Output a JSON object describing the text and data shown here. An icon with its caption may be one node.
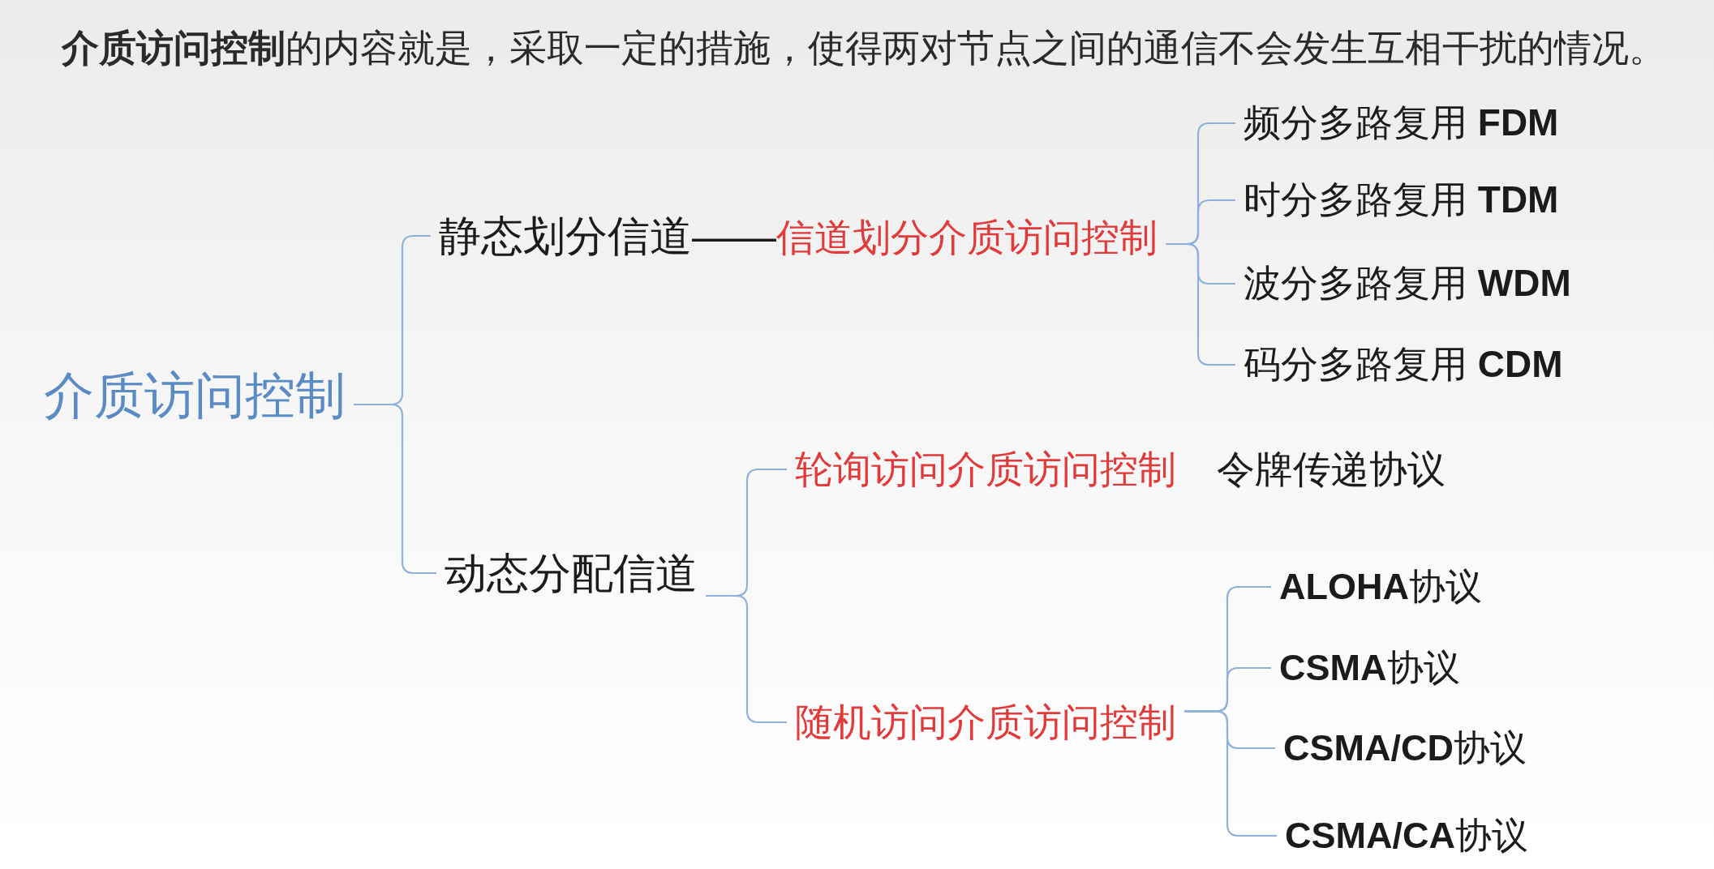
{
  "diagram": {
    "title": "**介质访问控制**的内容就是，采取一定的措施，使得两对节点之间的通信不会发生互相干扰的情况。",
    "nodes": [
      {
        "text": [
          "介质访问控制"
        ]
      },
      {
        "text": [
          "静态划分信道——",
          "信道划分介质访问控制"
        ]
      },
      {
        "text": [
          "频分多路复用 **FDM**"
        ]
      },
      {
        "text": [
          "时分多路复用 **TDM**"
        ]
      },
      {
        "text": [
          "波分多路复用 **WDM**"
        ]
      },
      {
        "text": [
          "码分多路复用 **CDM**"
        ]
      },
      {
        "text": [
          "动态分配信道"
        ]
      },
      {
        "text": [
          "轮询访问介质访问控制"
        ],
        "beside": [
          "令牌传递协议"
        ]
      },
      {
        "text": [
          "随机访问介质访问控制"
        ]
      },
      {
        "text": [
          "**ALOHA**协议"
        ]
      },
      {
        "text": [
          "**CSMA**协议"
        ]
      },
      {
        "text": [
          "**CSMA/CD**协议"
        ]
      },
      {
        "text": [
          "**CSMA/CA**协议"
        ]
      }
    ],
    "edges": [
      {
        "from": 0,
        "to": 1,
        "arrow": "none"
      },
      {
        "from": 0,
        "to": 6,
        "arrow": "none"
      },
      {
        "from": 1,
        "to": 2,
        "arrow": "none"
      },
      {
        "from": 1,
        "to": 3,
        "arrow": "none"
      },
      {
        "from": 1,
        "to": 4,
        "arrow": "none"
      },
      {
        "from": 1,
        "to": 5,
        "arrow": "none"
      },
      {
        "from": 6,
        "to": 7,
        "arrow": "none"
      },
      {
        "from": 6,
        "to": 8,
        "arrow": "none"
      },
      {
        "from": 8,
        "to": 9,
        "arrow": "none"
      },
      {
        "from": 8,
        "to": 10,
        "arrow": "none"
      },
      {
        "from": 8,
        "to": 11,
        "arrow": "none"
      },
      {
        "from": 8,
        "to": 12,
        "arrow": "none"
      }
    ]
  }
}
